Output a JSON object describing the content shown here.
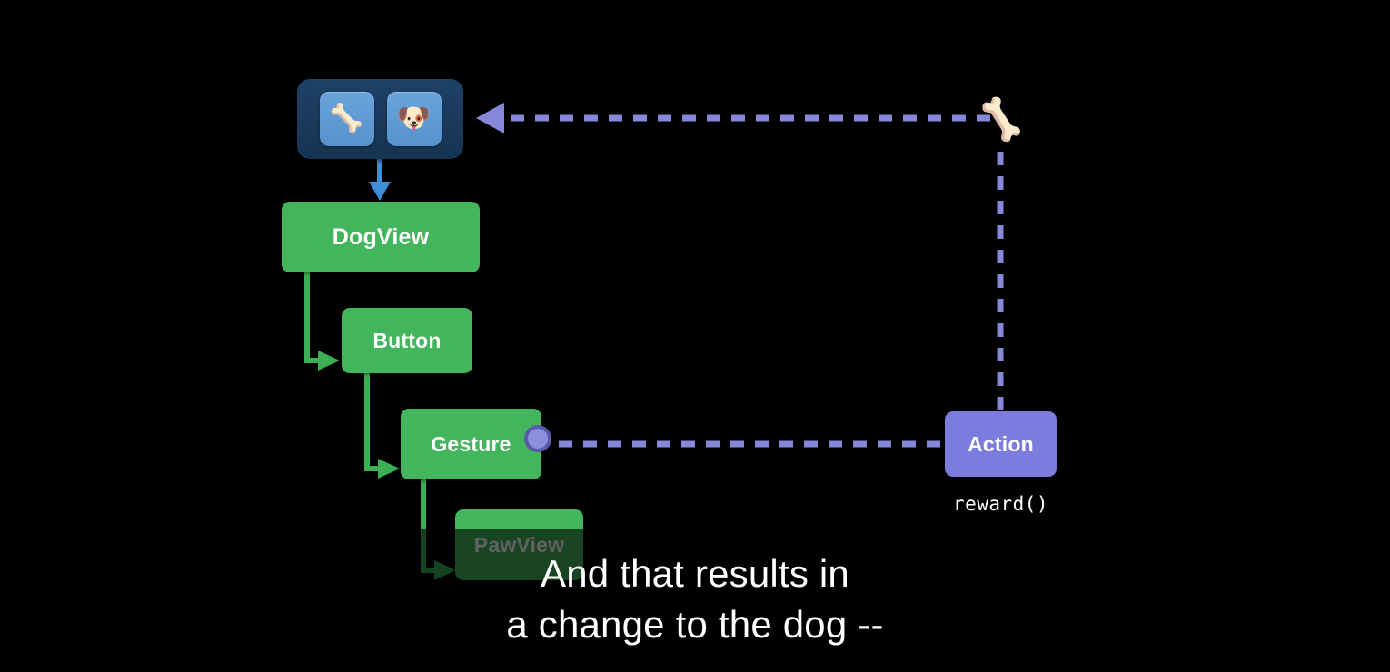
{
  "slide": {
    "background_color": "#000000",
    "title": "Dog app view hierarchy and action flow"
  },
  "toolbar": {
    "name": "dog-app-toolbar",
    "background_color": "#1f4167",
    "buttons": [
      {
        "id": "bone-button",
        "icon": "bone-icon",
        "glyph": "🦴",
        "label": "Bone"
      },
      {
        "id": "dog-button",
        "icon": "dog-face-icon",
        "glyph": "🐶",
        "label": "Dog"
      }
    ]
  },
  "nodes": {
    "dogview": {
      "label": "DogView",
      "color": "#43b55c"
    },
    "button": {
      "label": "Button",
      "color": "#43b55c"
    },
    "gesture": {
      "label": "Gesture",
      "color": "#43b55c"
    },
    "pawview": {
      "label": "PawView",
      "color": "#43b55c",
      "state": "dimmed"
    },
    "action": {
      "label": "Action",
      "color": "#7b7cdd"
    }
  },
  "action_caption": "reward()",
  "markers": {
    "bone": {
      "icon": "bone-icon",
      "glyph": "🦴"
    },
    "gesture_handle": {
      "icon": "connection-handle-icon",
      "fill": "#8d8ede",
      "ring": "#5a58a8"
    }
  },
  "connectors": {
    "hierarchy_color": "#3cae53",
    "toolbar_to_dogview_color": "#3f8ed8",
    "action_flow_color": "#8588d8",
    "items": [
      {
        "from": "toolbar",
        "to": "dogview",
        "style": "solid-arrow",
        "color": "#3f8ed8"
      },
      {
        "from": "dogview",
        "to": "button",
        "style": "elbow-arrow",
        "color": "#3cae53"
      },
      {
        "from": "button",
        "to": "gesture",
        "style": "elbow-arrow",
        "color": "#3cae53"
      },
      {
        "from": "gesture",
        "to": "pawview",
        "style": "elbow-arrow",
        "color": "#3cae53"
      },
      {
        "from": "gesture",
        "to": "action",
        "style": "dashed",
        "color": "#8588d8"
      },
      {
        "from": "action",
        "to": "bone-marker",
        "style": "dashed-vertical",
        "color": "#8588d8"
      },
      {
        "from": "bone-marker",
        "to": "toolbar",
        "style": "dashed-arrow",
        "color": "#8588d8"
      }
    ]
  },
  "caption": {
    "line1": "And that results in",
    "line2": "a change to the dog --"
  }
}
